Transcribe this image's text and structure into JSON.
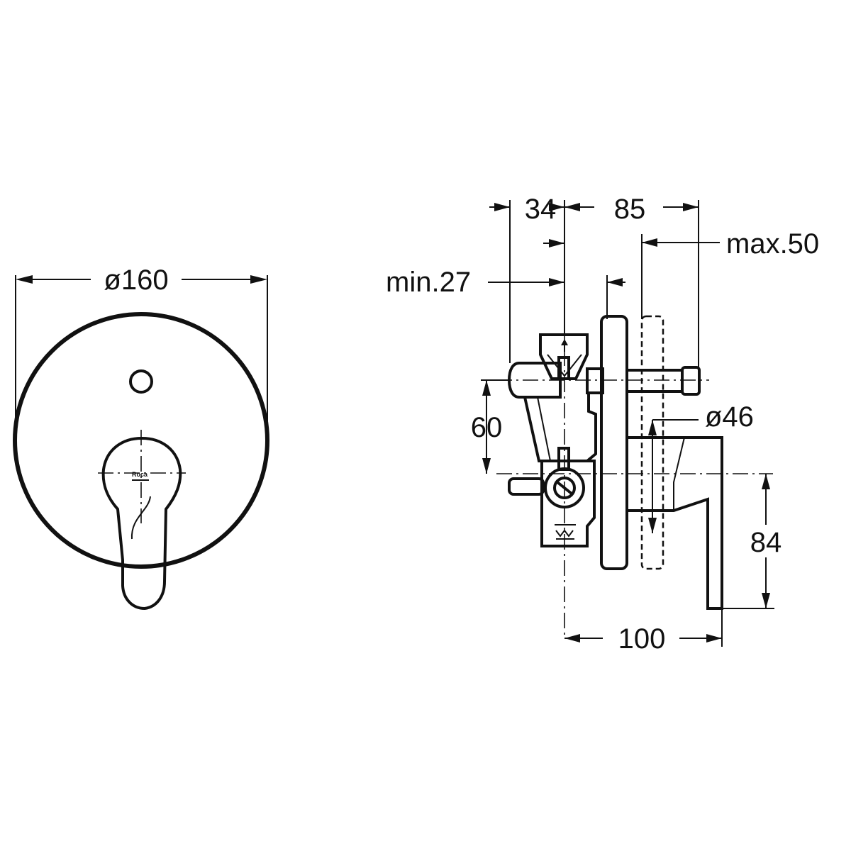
{
  "dimensions": {
    "front_diameter": "ø160",
    "offset_34": "34",
    "offset_85": "85",
    "max_50": "max.50",
    "min_27": "min.27",
    "height_60": "60",
    "diameter_46": "ø46",
    "height_84": "84",
    "depth_100": "100"
  },
  "brand": {
    "logo_text": "Roca"
  }
}
